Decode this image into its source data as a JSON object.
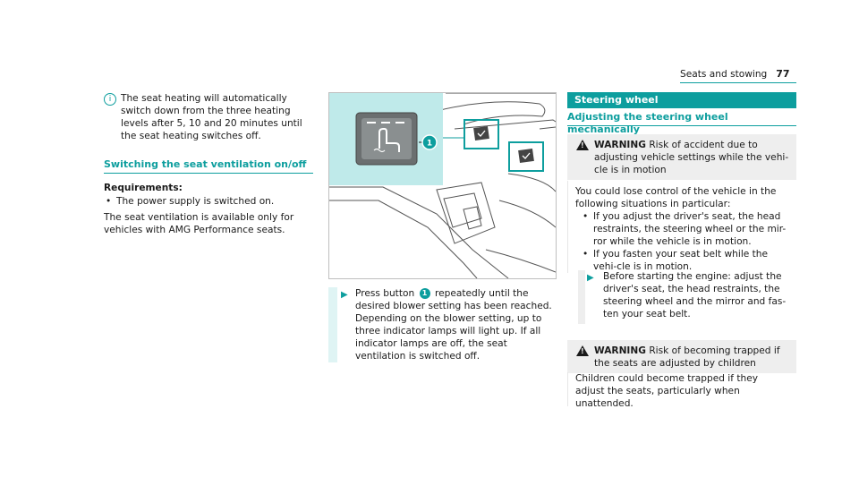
{
  "header": {
    "section": "Seats and stowing",
    "page_number": "77"
  },
  "left": {
    "note": "The seat heating will automatically switch down from the three heating levels after 5, 10 and 20 minutes until the seat heating switches off.",
    "section_title": "Switching the seat ventilation on/off",
    "requirements_label": "Requirements:",
    "requirement_item": "The power supply is switched on.",
    "body": "The seat ventilation is available only for vehicles with AMG Performance seats."
  },
  "middle": {
    "figure_callout": "1",
    "step_pre": "Press button",
    "step_badge": "1",
    "step_post": "repeatedly until the desired blower setting has been reached. Depending on the blower setting, up to three indicator lamps will light up. If all indicator lamps are off, the seat ventilation is switched off."
  },
  "right": {
    "section_title": "Steering wheel",
    "subsection_title": "Adjusting the steering wheel mechanically",
    "warning1": {
      "label": "WARNING",
      "headline": "Risk of accident due to adjusting vehicle settings while the vehi-cle is in motion",
      "intro": "You could lose control of the vehicle in the following situations in particular:",
      "items": [
        "If you adjust the driver's seat, the head restraints, the steering wheel or the mir-ror while the vehicle is in motion.",
        "If you fasten your seat belt while the vehi-cle is in motion."
      ],
      "step": "Before starting the engine: adjust the driver's seat, the head restraints, the steering wheel and the mirror and fas-ten your seat belt."
    },
    "warning2": {
      "label": "WARNING",
      "headline": "Risk of becoming trapped if the seats are adjusted by children",
      "body": "Children could become trapped if they adjust the seats, particularly when unattended."
    }
  },
  "colors": {
    "accent": "#0d9e9e",
    "panel": "#eeeeee",
    "figure_highlight": "#bfeaea"
  }
}
